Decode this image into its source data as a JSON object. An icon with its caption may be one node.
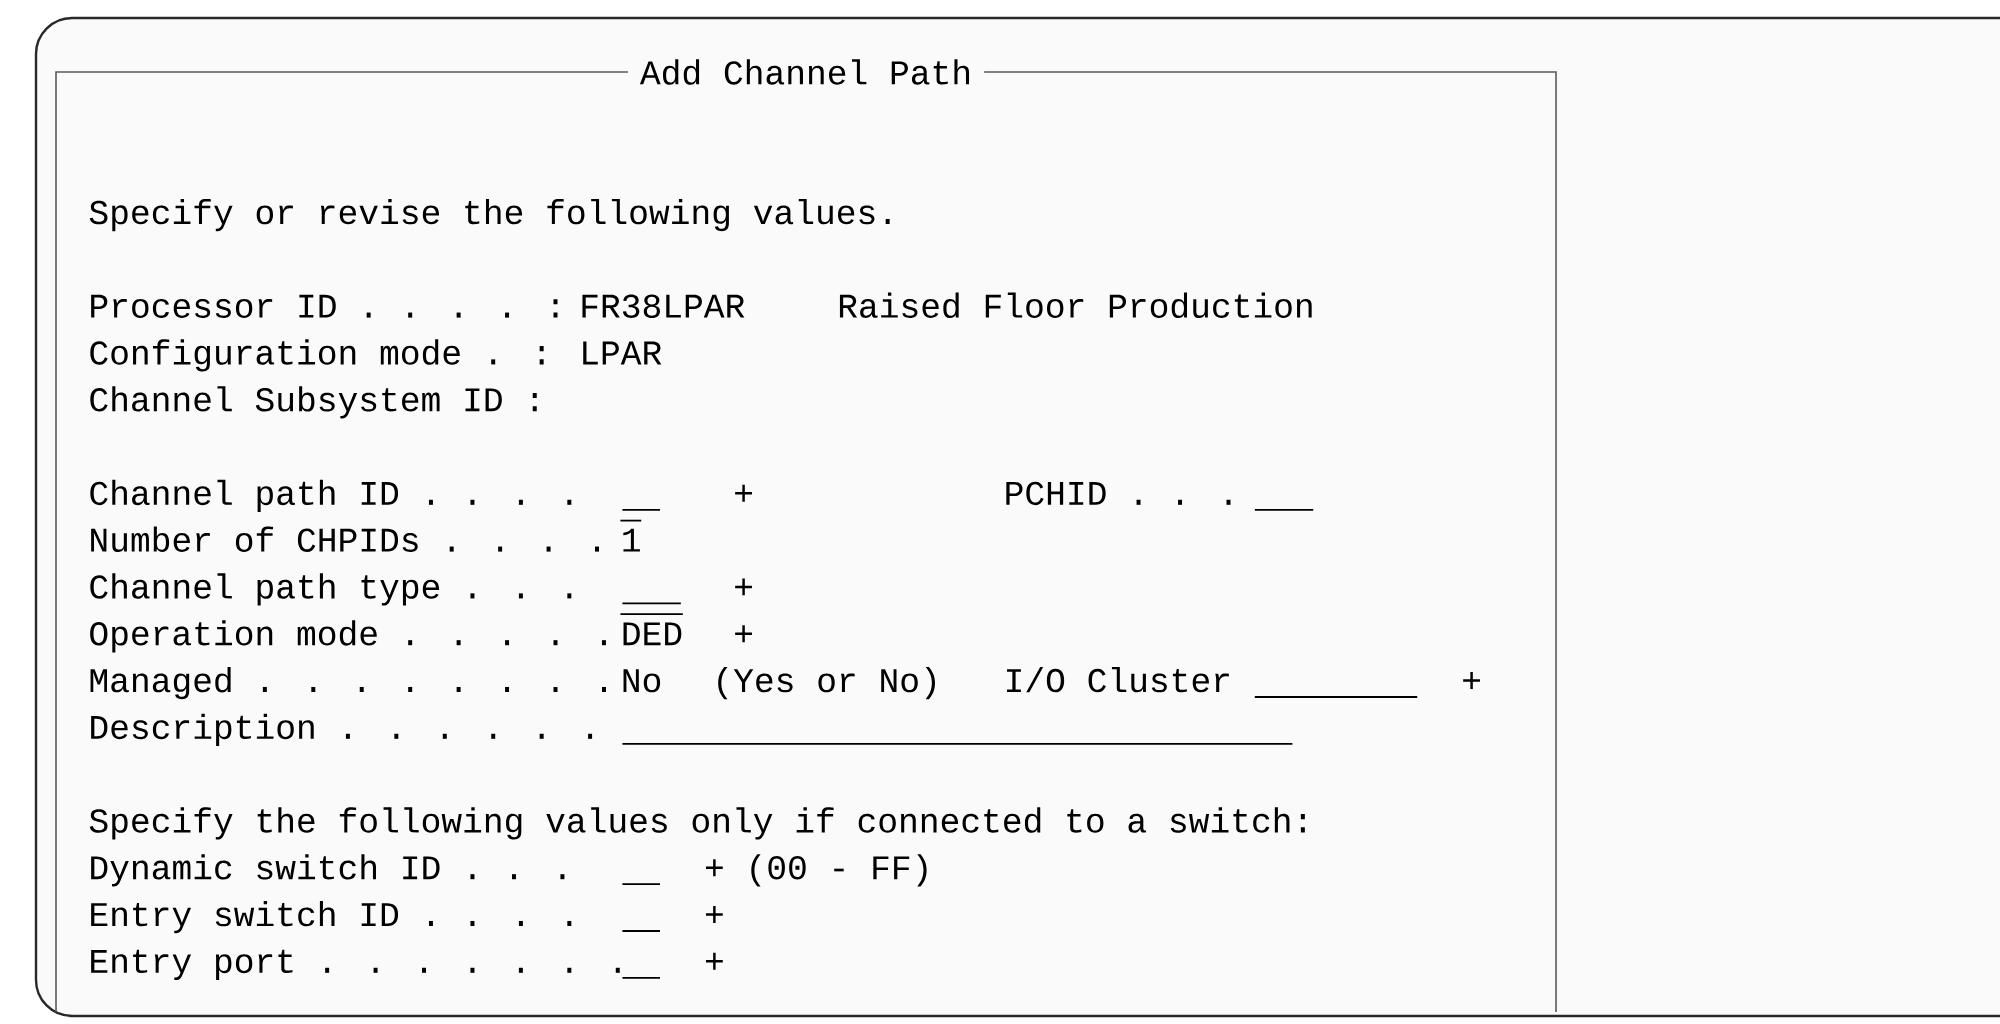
{
  "diagram": {
    "nodes": [
      {
        "text": [
          "Add Channel Path"
        ]
      }
    ],
    "labels": [
      "Specify or revise the following values.",
      "Processor ID . . . . :",
      "FR38LPAR",
      "Raised Floor Production",
      "Configuration mode . :",
      "LPAR",
      "Channel Subsystem ID :",
      "Channel path ID  . . . .",
      "+",
      "PCHID . . .",
      "Number of CHPIDs . . . .",
      "1",
      "Channel path type  . . .",
      "+",
      "Operation mode . . . . .",
      "DED",
      "+",
      "Managed  . . . . . . . .",
      "No",
      "(Yes or No)",
      "I/O Cluster",
      "+",
      "Description  . . . . . .",
      "Specify the following values only if connected to a switch:",
      "Dynamic switch ID  . . .",
      "+ (00 - FF)",
      "Entry switch ID  . . . .",
      "+",
      "Entry port . . . . . . .",
      "+"
    ]
  }
}
